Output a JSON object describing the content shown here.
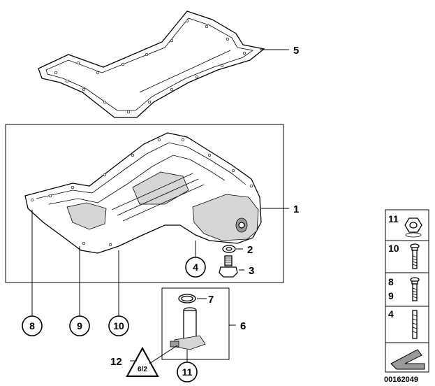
{
  "callouts": {
    "c1": "1",
    "c2": "2",
    "c3": "3",
    "c4": "4",
    "c5": "5",
    "c6": "6",
    "c7": "7",
    "c8": "8",
    "c9": "9",
    "c10": "10",
    "c11": "11",
    "c12": "12",
    "triangle": "6/2"
  },
  "side_panel": {
    "row1": [
      "11"
    ],
    "row2": [
      "10"
    ],
    "row3": [
      "8",
      "9"
    ],
    "row4": [
      "4"
    ]
  },
  "document_id": "00162049"
}
